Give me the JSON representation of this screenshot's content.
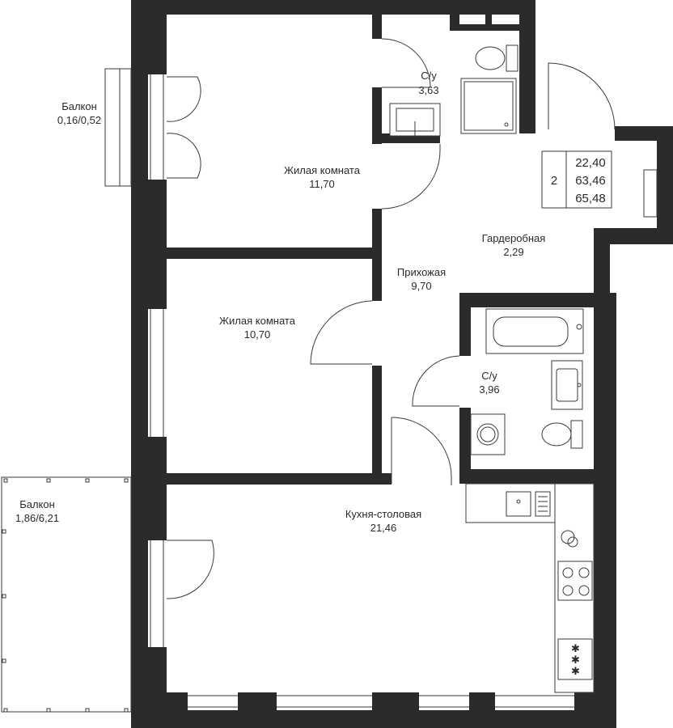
{
  "colors": {
    "wall": "#2b2b2b",
    "line": "#3a3a3a",
    "background": "#ffffff"
  },
  "rooms": {
    "bathroom_top": {
      "name": "С/у",
      "area": "3,63"
    },
    "living_room_1": {
      "name": "Жилая комната",
      "area": "11,70"
    },
    "wardrobe": {
      "name": "Гардеробная",
      "area": "2,29"
    },
    "hallway": {
      "name": "Прихожая",
      "area": "9,70"
    },
    "living_room_2": {
      "name": "Жилая комната",
      "area": "10,70"
    },
    "bathroom_mid": {
      "name": "С/у",
      "area": "3,96"
    },
    "kitchen": {
      "name": "Кухня-столовая",
      "area": "21,46"
    },
    "balcony_small": {
      "name": "Балкон",
      "area": "0,16/0,52"
    },
    "balcony_large": {
      "name": "Балкон",
      "area": "1,86/6,21"
    }
  },
  "summary": {
    "room_count": "2",
    "living_area": "22,40",
    "total_area": "63,46",
    "total_area_with_balcony": "65,48"
  },
  "icons": [
    "toilet-icon",
    "shower-icon",
    "sink-icon",
    "bathtub-icon",
    "washing-machine-icon",
    "stove-icon",
    "kitchen-sink-icon",
    "door-icon",
    "window-icon"
  ]
}
